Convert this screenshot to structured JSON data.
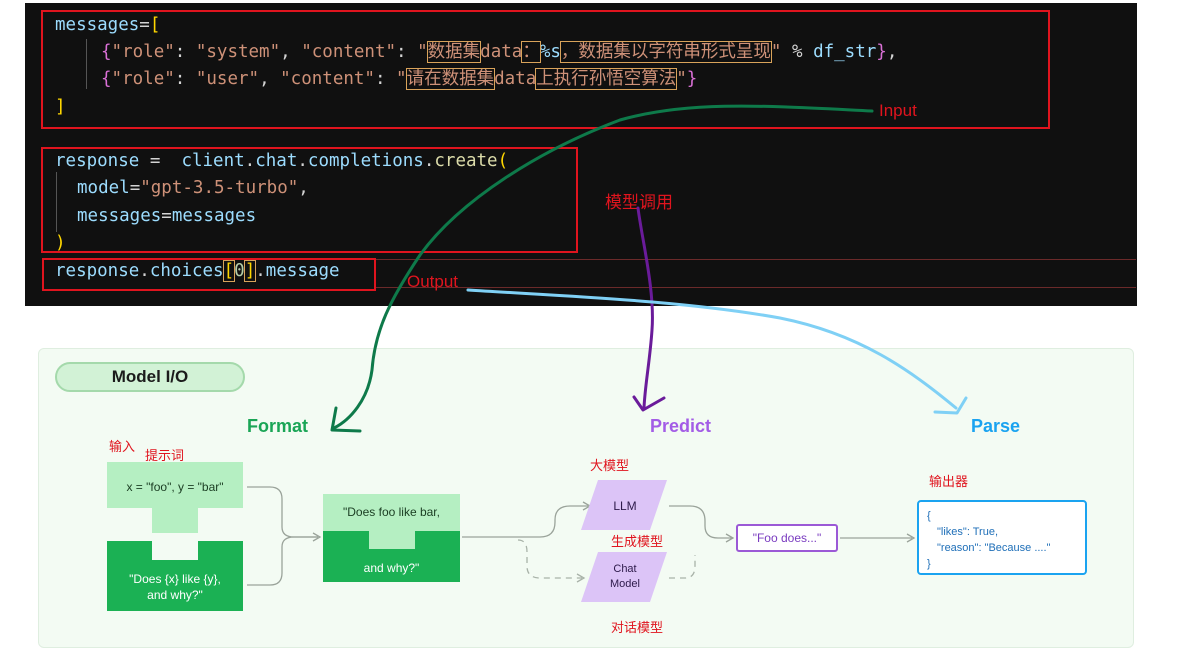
{
  "code": {
    "lines": {
      "messages_open": {
        "name": "messages",
        "eq": "=",
        "bracket": "["
      },
      "system_msg": {
        "open": "{",
        "k_role": "\"role\"",
        "colon1": ": ",
        "v_role": "\"system\"",
        "comma1": ", ",
        "k_content": "\"content\"",
        "colon2": ": ",
        "q_open": "\"",
        "seg1": "数据集",
        "seg2": "data",
        "seg3": "：",
        "seg4": "%s",
        "seg5": "，数据集以字符串形式呈现",
        "q_close": "\"",
        "percent": " % ",
        "var": "df_str",
        "close": "}",
        "trail": ","
      },
      "user_msg": {
        "open": "{",
        "k_role": "\"role\"",
        "colon1": ": ",
        "v_role": "\"user\"",
        "comma1": ", ",
        "k_content": "\"content\"",
        "colon2": ": ",
        "q_open": "\"",
        "seg1": "请在数据集",
        "seg2": "data",
        "seg3": "上执行孙悟空算法",
        "q_close": "\"",
        "close": "}"
      },
      "messages_close": "]",
      "response_call": {
        "name": "response",
        "eq": " = ",
        "obj": "client",
        "dot1": ".",
        "p1": "chat",
        "dot2": ".",
        "p2": "completions",
        "dot3": ".",
        "fn": "create",
        "paren": "("
      },
      "model_arg": {
        "key": "model",
        "eq": "=",
        "val": "\"gpt-3.5-turbo\"",
        "comma": ","
      },
      "messages_arg": {
        "key": "messages",
        "eq": "=",
        "val": "messages"
      },
      "close_paren": ")",
      "output_line": {
        "obj": "response",
        "dot1": ".",
        "attr": "choices",
        "lb": "[",
        "idx": "0",
        "rb": "]",
        "dot2": ".",
        "attr2": "message"
      }
    }
  },
  "annotations": {
    "input": "Input",
    "model_call": "模型调用",
    "output": "Output"
  },
  "diagram": {
    "title": "Model I/O",
    "stages": {
      "format": "Format",
      "predict": "Predict",
      "parse": "Parse"
    },
    "labels": {
      "input": "输入",
      "prompt": "提示词",
      "llm_cn": "大模型",
      "gen_model": "生成模型",
      "chat_cn": "对话模型",
      "output_parser": "输出器"
    },
    "template": {
      "vars": "x = \"foo\", y = \"bar\"",
      "template_line1": "\"Does {x} like {y},",
      "template_line2": "and why?\"",
      "result_line1": "\"Does foo like bar,",
      "result_line2": "and why?\""
    },
    "models": {
      "llm": "LLM",
      "chat_line1": "Chat",
      "chat_line2": "Model"
    },
    "output_text": "\"Foo does...\"",
    "parse_json": {
      "open": "{",
      "line1": "\"likes\": True,",
      "line2": "\"reason\": \"Because ....\"",
      "close": "}"
    },
    "colors": {
      "format": "#1aa556",
      "predict": "#a35ce6",
      "parse": "#1aa3f0",
      "light_green": "#b5efc2",
      "dark_green": "#1bb154",
      "purple_shape": "#dcc4f7"
    }
  },
  "arrows": {
    "input_color": "#0e7a4a",
    "model_call_color": "#6a1b9a",
    "output_color": "#7fd0f5"
  }
}
